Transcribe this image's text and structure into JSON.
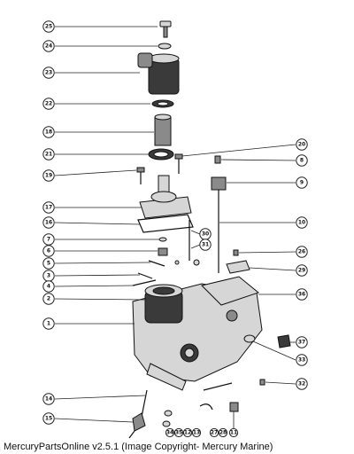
{
  "footer": {
    "text": "MercuryPartsOnline v2.5.1 (Image Copyright- Mercury Marine)"
  },
  "callouts": [
    {
      "label": "25"
    },
    {
      "label": "24"
    },
    {
      "label": "23"
    },
    {
      "label": "22"
    },
    {
      "label": "18"
    },
    {
      "label": "21"
    },
    {
      "label": "19"
    },
    {
      "label": "17"
    },
    {
      "label": "16"
    },
    {
      "label": "7"
    },
    {
      "label": "6"
    },
    {
      "label": "5"
    },
    {
      "label": "3"
    },
    {
      "label": "4"
    },
    {
      "label": "2"
    },
    {
      "label": "1"
    },
    {
      "label": "14"
    },
    {
      "label": "15"
    },
    {
      "label": "20"
    },
    {
      "label": "8"
    },
    {
      "label": "9"
    },
    {
      "label": "10"
    },
    {
      "label": "30"
    },
    {
      "label": "31"
    },
    {
      "label": "26"
    },
    {
      "label": "29"
    },
    {
      "label": "36"
    },
    {
      "label": "37"
    },
    {
      "label": "33"
    },
    {
      "label": "32"
    },
    {
      "label": "34"
    },
    {
      "label": "35"
    },
    {
      "label": "12"
    },
    {
      "label": "13"
    },
    {
      "label": "27"
    },
    {
      "label": "28"
    },
    {
      "label": "11"
    }
  ]
}
